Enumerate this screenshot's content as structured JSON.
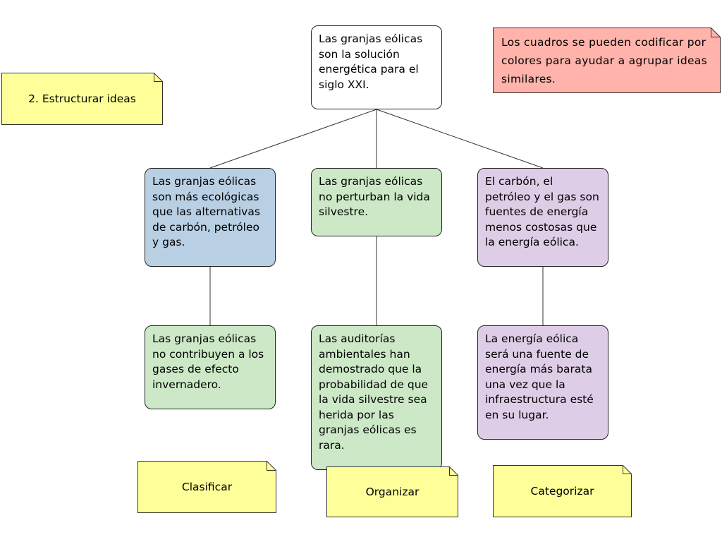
{
  "diagram": {
    "root": {
      "text": "Las granjas eólicas son la solución energética para el siglo XXI."
    },
    "branches": [
      {
        "id": "ecologicas",
        "text": "Las granjas eólicas son más ecológicas que las alternativas de carbón, petróleo y gas.",
        "color": "#b8cfe4",
        "child": {
          "text": "Las granjas eólicas no contribuyen a los gases de efecto invernadero.",
          "color": "#cce8c6"
        }
      },
      {
        "id": "vida-silvestre",
        "text": "Las granjas eólicas no perturban la vida silvestre.",
        "color": "#cce8c6",
        "child": {
          "text": "Las auditorías ambientales han demostrado que la probabilidad de que la vida silvestre sea herida por las granjas eólicas es rara.",
          "color": "#cce8c6"
        }
      },
      {
        "id": "costos",
        "text": "El carbón, el petróleo y el gas son fuentes de energía menos costosas que la energía eólica.",
        "color": "#ddcde6",
        "child": {
          "text": "La energía eólica será una fuente de energía más barata una vez que la infraestructura esté en su lugar.",
          "color": "#ddcde6"
        }
      }
    ]
  },
  "notes": {
    "title": {
      "text": "2. Estructurar ideas",
      "color": "#ffff99"
    },
    "tip": {
      "text": "Los cuadros se pueden codificar por colores para ayudar a agrupar ideas similares.",
      "color": "#ffb3ab"
    },
    "clasificar": {
      "text": "Clasificar",
      "color": "#ffff99"
    },
    "organizar": {
      "text": "Organizar",
      "color": "#ffff99"
    },
    "categorizar": {
      "text": "Categorizar",
      "color": "#ffff99"
    }
  },
  "colors": {
    "root_fill": "#ffffff",
    "line": "#333333",
    "border": "#222222"
  }
}
